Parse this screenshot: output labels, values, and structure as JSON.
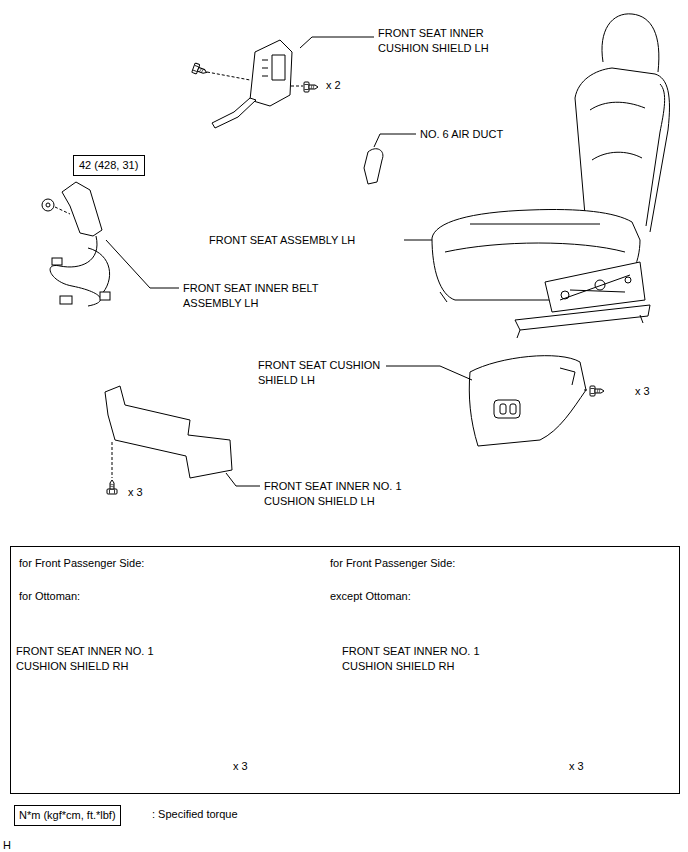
{
  "diagram": {
    "nodes": [
      {
        "text": [
          "42 (428, 31)"
        ]
      },
      {
        "text": [
          "for Front Passenger Side:",
          "for Ottoman:",
          "FRONT SEAT INNER NO. 1 CUSHION SHIELD RH",
          "x 3",
          "for Front Passenger Side:",
          "except Ottoman:",
          "FRONT SEAT INNER NO. 1 CUSHION SHIELD RH",
          "x 3"
        ]
      },
      {
        "text": [
          "N*m (kgf*cm, ft.*lbf)"
        ]
      }
    ],
    "labels": [
      "FRONT SEAT INNER CUSHION SHIELD LH",
      "x 2",
      "NO. 6 AIR DUCT",
      "FRONT SEAT ASSEMBLY LH",
      "FRONT SEAT INNER BELT ASSEMBLY LH",
      "FRONT SEAT CUSHION SHIELD LH",
      "x 3",
      "x 3",
      "FRONT SEAT INNER NO. 1 CUSHION SHIELD LH",
      ": Specified torque",
      "H"
    ]
  }
}
